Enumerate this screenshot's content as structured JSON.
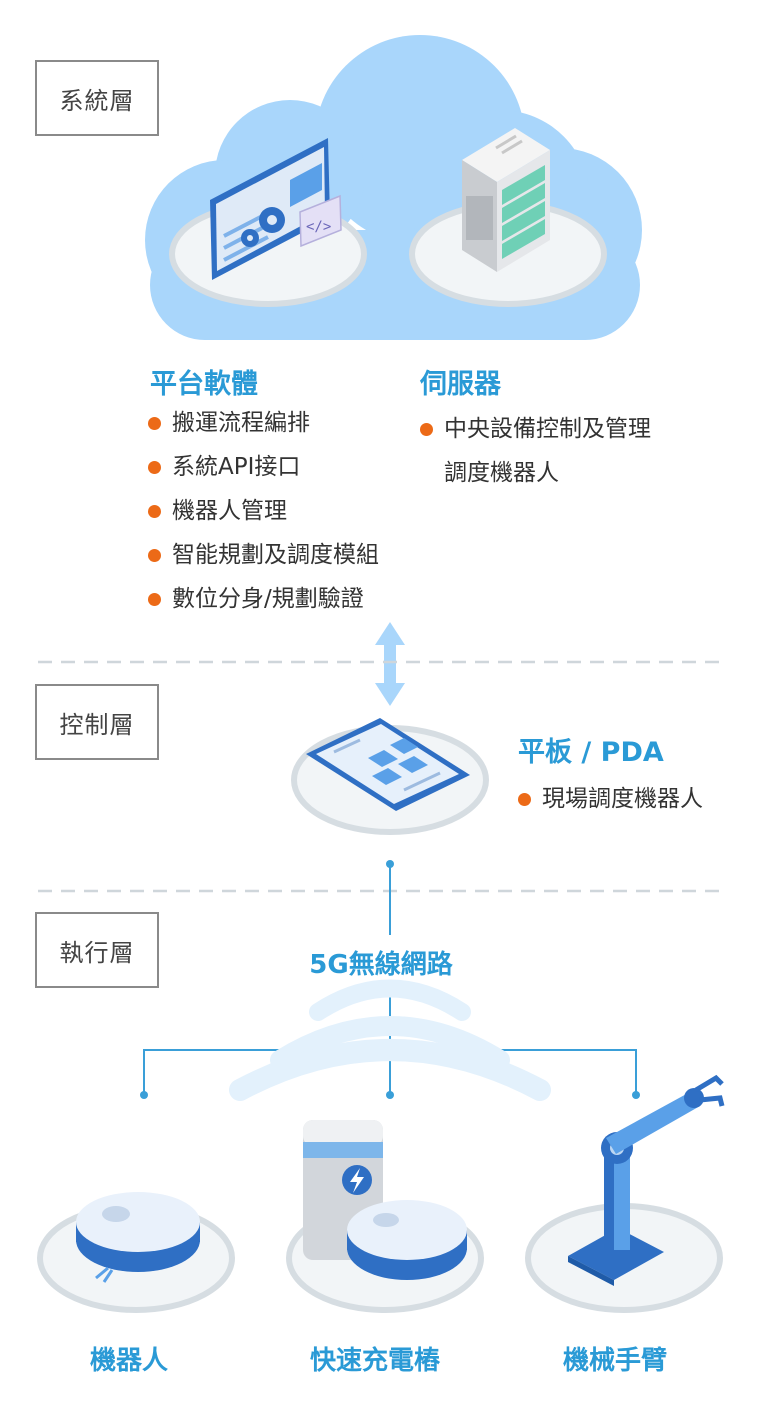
{
  "layers": {
    "system": "系統層",
    "control": "控制層",
    "execution": "執行層"
  },
  "platform": {
    "title": "平台軟體",
    "items": [
      "搬運流程編排",
      "系統API接口",
      "機器人管理",
      "智能規劃及調度模組",
      "數位分身/規劃驗證"
    ]
  },
  "server": {
    "title": "伺服器",
    "items": [
      "中央設備控制及管理",
      "調度機器人"
    ]
  },
  "tablet": {
    "title": "平板 / PDA",
    "items": [
      "現場調度機器人"
    ]
  },
  "network": {
    "label": "5G無線網路"
  },
  "devices": {
    "robot": "機器人",
    "charger": "快速充電樁",
    "arm": "機械手臂"
  },
  "colors": {
    "accent": "#2a9ad6",
    "bullet": "#ec6a17",
    "cloud": "#a9d6fb",
    "line": "#3a9fd8"
  }
}
